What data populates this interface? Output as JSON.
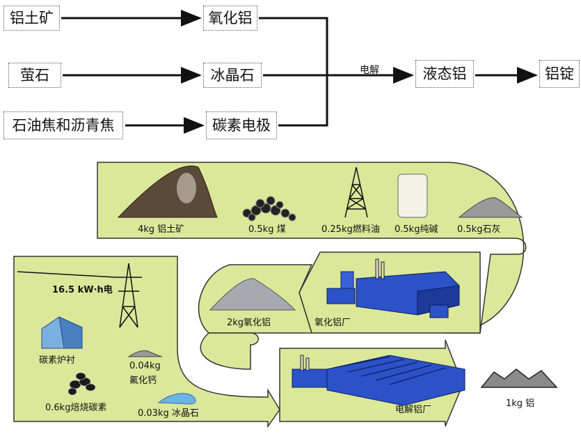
{
  "flow": {
    "inputs": [
      "铝土矿",
      "萤石",
      "石油焦和沥青焦"
    ],
    "intermediates": [
      "氧化铝",
      "冰晶石",
      "碳素电极"
    ],
    "process_label": "电解",
    "liquid": "液态铝",
    "product": "铝锭"
  },
  "stage1": {
    "items": [
      "4kg 铝土矿",
      "0.5kg 煤",
      "0.25kg燃料油",
      "0.5kg纯碱",
      "0.5kg石灰"
    ]
  },
  "stage2": {
    "plant": "氧化铝厂",
    "output": "2kg氧化铝"
  },
  "stage3": {
    "electricity": "16.5 kW·h电",
    "lining": "碳素炉衬",
    "fluoride": "0.04kg",
    "fluoride2": "氟化钙",
    "carbon": "0.6kg焙烧碳素",
    "cryolite": "0.03kg 冰晶石",
    "plant": "电解铝厂",
    "output": "1kg 铝"
  },
  "colors": {
    "band": "#dbe89a",
    "plant": "#2c52c8",
    "outline": "#333333"
  }
}
